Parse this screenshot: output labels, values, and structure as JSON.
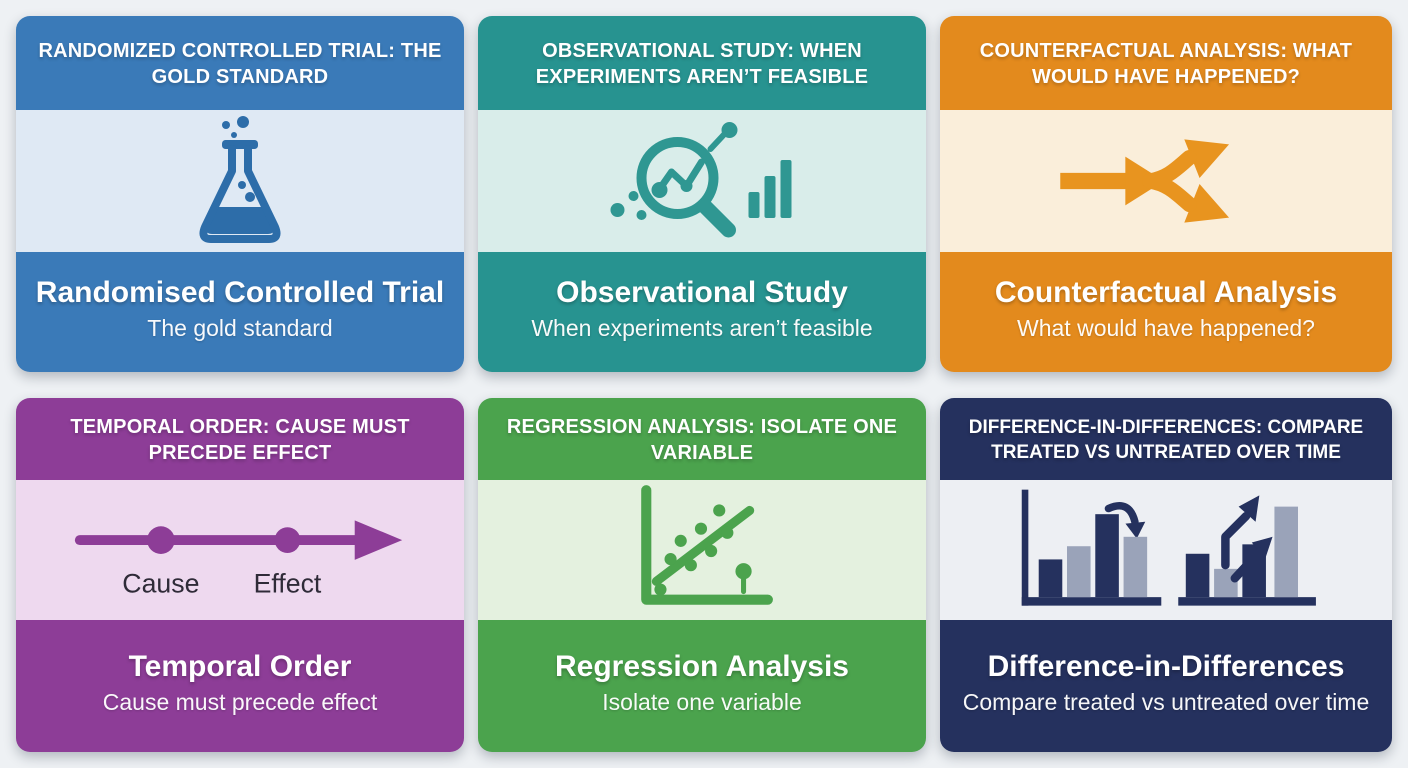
{
  "page": {
    "background": "#eef1f4"
  },
  "cards": [
    {
      "header": "RANDOMIZED CONTROLLED TRIAL: THE GOLD STANDARD",
      "title": "Randomised Controlled Trial",
      "subtitle": "The gold standard",
      "icon": "flask-icon",
      "colors": {
        "primary": "#3a7ab8",
        "body": "#dfe9f4",
        "icon": "#2d6da9"
      }
    },
    {
      "header": "OBSERVATIONAL STUDY: WHEN EXPERIMENTS AREN’T FEASIBLE",
      "title": "Observational Study",
      "subtitle": "When experiments aren’t feasible",
      "icon": "magnifier-chart-icon",
      "colors": {
        "primary": "#279390",
        "body": "#d9edea",
        "icon": "#2f9792"
      }
    },
    {
      "header": "COUNTERFACTUAL ANALYSIS: WHAT WOULD HAVE HAPPENED?",
      "title": "Counterfactual Analysis",
      "subtitle": "What would have happened?",
      "icon": "fork-arrows-icon",
      "colors": {
        "primary": "#e38a1d",
        "body": "#faeeda",
        "icon": "#e8941f"
      }
    },
    {
      "header": "TEMPORAL ORDER: CAUSE MUST PRECEDE EFFECT",
      "title": "Temporal Order",
      "subtitle": "Cause must precede effect",
      "icon": "timeline-icon",
      "icon_labels": {
        "cause": "Cause",
        "effect": "Effect"
      },
      "colors": {
        "primary": "#8d3d97",
        "body": "#eed9ef",
        "icon": "#8d3d97",
        "label": "#2f2b38"
      }
    },
    {
      "header": "REGRESSION ANALYSIS: ISOLATE ONE VARIABLE",
      "title": "Regression Analysis",
      "subtitle": "Isolate one variable",
      "icon": "scatter-regression-icon",
      "colors": {
        "primary": "#4ba34d",
        "body": "#e4f1df",
        "icon": "#4ba34d"
      }
    },
    {
      "header": "DIFFERENCE-IN-DIFFERENCES: COMPARE TREATED VS UNTREATED OVER TIME",
      "title": "Difference-in-Differences",
      "subtitle": "Compare treated vs untreated over time",
      "icon": "grouped-bars-icon",
      "colors": {
        "primary": "#25315e",
        "body": "#edeff3",
        "icon": "#25315e",
        "secondary": "#9aa3b9"
      }
    }
  ]
}
